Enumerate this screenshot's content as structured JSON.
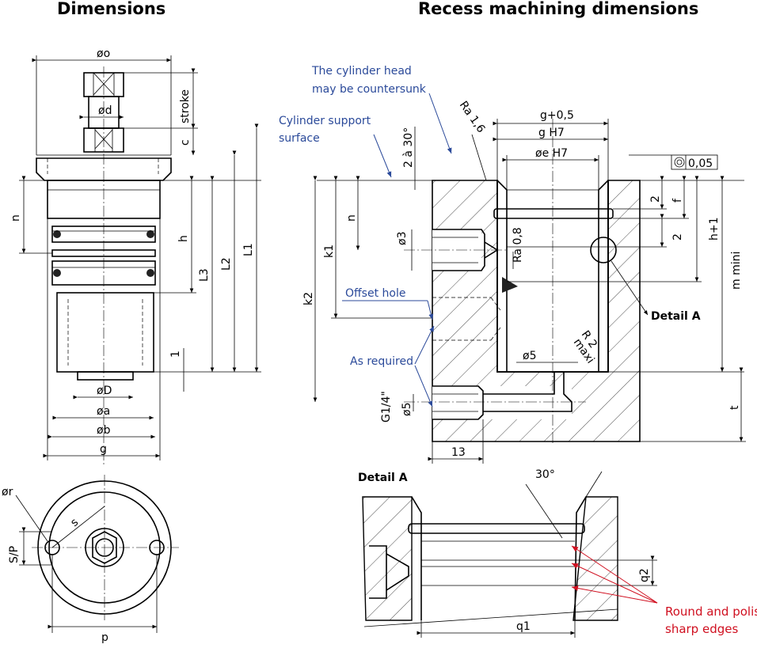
{
  "headers": {
    "left": "Dimensions",
    "right": "Recess machining dimensions"
  },
  "left_view": {
    "o": "øo",
    "d": "ød",
    "stroke": "stroke",
    "c": "c",
    "n": "n",
    "h": "h",
    "L3": "L3",
    "L2": "L2",
    "L1": "L1",
    "one": "1",
    "D": "øD",
    "a": "øa",
    "b": "øb",
    "g": "g"
  },
  "bottom_view": {
    "r": "ør",
    "s": "s",
    "SP": "S/P",
    "p": "p"
  },
  "recess": {
    "note_countersunk_1": "The cylinder head",
    "note_countersunk_2": "may be countersunk",
    "note_support_1": "Cylinder support",
    "note_support_2": "surface",
    "ra16": "Ra 1,6",
    "g05": "g+0,5",
    "gH7": "g  H7",
    "eH7": "øe  H7",
    "angle": "2 à 30°",
    "conc": "0,05",
    "two_a": "2",
    "f": "f",
    "two_b": "2",
    "h1": "h+1",
    "mmini": "m mini",
    "n": "n",
    "d3": "ø3",
    "ra08": "Ra 0,8",
    "k1": "k1",
    "k2": "k2",
    "offset": "Offset hole",
    "as_required": "As required",
    "detailA_label": "Detail A",
    "r2max_1": "R 2",
    "r2max_2": "maxi",
    "d5a": "ø5",
    "g14": "G1/4\"",
    "d5b": "ø5",
    "thirteen": "13",
    "t": "t"
  },
  "detail": {
    "title": "Detail A",
    "angle": "30°",
    "q2": "q2",
    "q1": "q1",
    "red_1": "Round and polish",
    "red_2": "sharp edges"
  }
}
